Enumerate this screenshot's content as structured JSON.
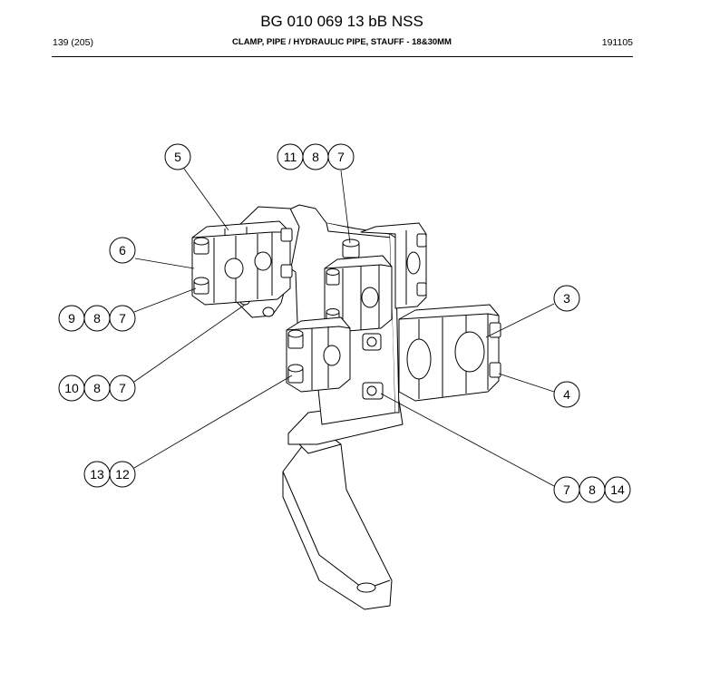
{
  "header": {
    "title": "BG 010 069 13 bB NSS",
    "page": "139 (205)",
    "description": "CLAMP, PIPE / HYDRAULIC PIPE, STAUFF - 18&30MM",
    "date": "191105"
  },
  "callouts": {
    "c5": [
      "5"
    ],
    "c11_8_7": [
      "11",
      "8",
      "7"
    ],
    "c6": [
      "6"
    ],
    "c9_8_7": [
      "9",
      "8",
      "7"
    ],
    "c10_8_7": [
      "10",
      "8",
      "7"
    ],
    "c13_12": [
      "13",
      "12"
    ],
    "c3": [
      "3"
    ],
    "c4": [
      "4"
    ],
    "c7_8_14": [
      "7",
      "8",
      "14"
    ]
  }
}
